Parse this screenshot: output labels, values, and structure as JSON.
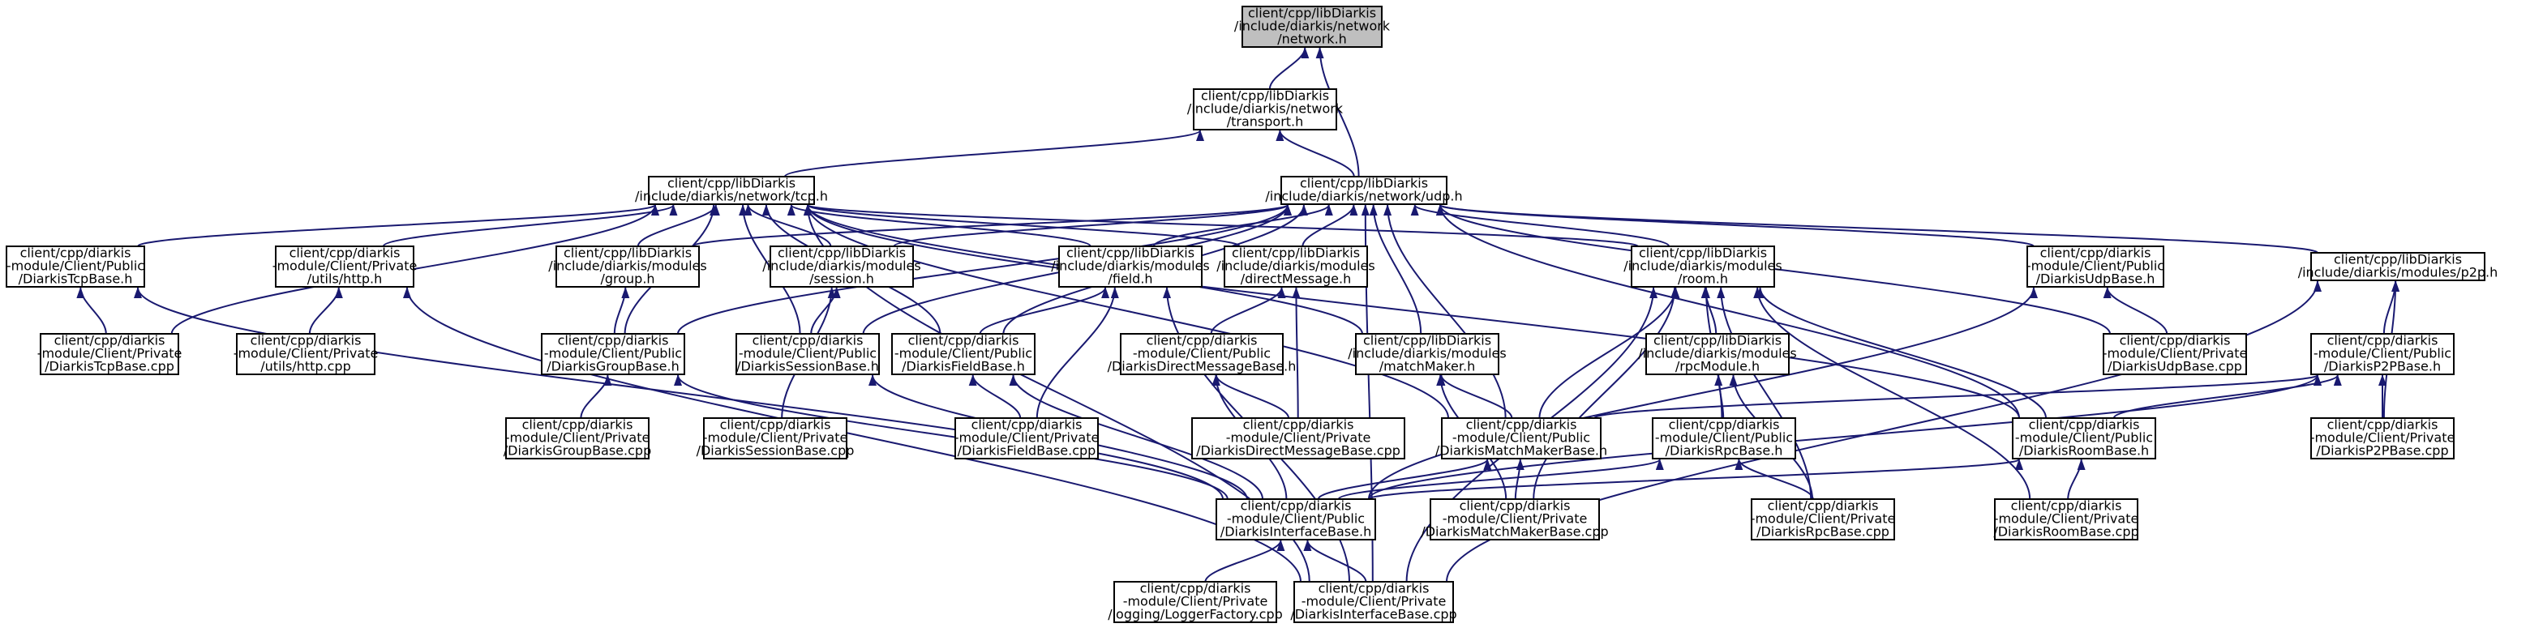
{
  "colors": {
    "edge": "#191970",
    "node_fill": "#ffffff",
    "root_fill": "#bfbfbf",
    "node_stroke": "#000000"
  },
  "nodes": [
    {
      "id": "network",
      "lines": [
        "client/cpp/libDiarkis",
        "/include/diarkis/network",
        "/network.h"
      ],
      "root": true
    },
    {
      "id": "transport",
      "lines": [
        "client/cpp/libDiarkis",
        "/include/diarkis/network",
        "/transport.h"
      ]
    },
    {
      "id": "tcp",
      "lines": [
        "client/cpp/libDiarkis",
        "/include/diarkis/network/tcp.h"
      ]
    },
    {
      "id": "udp",
      "lines": [
        "client/cpp/libDiarkis",
        "/include/diarkis/network/udp.h"
      ]
    },
    {
      "id": "tcpbase_h",
      "lines": [
        "client/cpp/diarkis",
        "-module/Client/Public",
        "/DiarkisTcpBase.h"
      ]
    },
    {
      "id": "http_h",
      "lines": [
        "client/cpp/diarkis",
        "-module/Client/Private",
        "/utils/http.h"
      ]
    },
    {
      "id": "group_h",
      "lines": [
        "client/cpp/libDiarkis",
        "/include/diarkis/modules",
        "/group.h"
      ]
    },
    {
      "id": "session_h",
      "lines": [
        "client/cpp/libDiarkis",
        "/include/diarkis/modules",
        "/session.h"
      ]
    },
    {
      "id": "field_h",
      "lines": [
        "client/cpp/libDiarkis",
        "/include/diarkis/modules",
        "/field.h"
      ]
    },
    {
      "id": "directmsg_h",
      "lines": [
        "client/cpp/libDiarkis",
        "/include/diarkis/modules",
        "/directMessage.h"
      ]
    },
    {
      "id": "room_h",
      "lines": [
        "client/cpp/libDiarkis",
        "/include/diarkis/modules",
        "/room.h"
      ]
    },
    {
      "id": "udpbase_h",
      "lines": [
        "client/cpp/diarkis",
        "-module/Client/Public",
        "/DiarkisUdpBase.h"
      ]
    },
    {
      "id": "p2p_h",
      "lines": [
        "client/cpp/libDiarkis",
        "/include/diarkis/modules/p2p.h"
      ]
    },
    {
      "id": "tcpbase_cpp",
      "lines": [
        "client/cpp/diarkis",
        "-module/Client/Private",
        "/DiarkisTcpBase.cpp"
      ]
    },
    {
      "id": "http_cpp",
      "lines": [
        "client/cpp/diarkis",
        "-module/Client/Private",
        "/utils/http.cpp"
      ]
    },
    {
      "id": "groupbase_h",
      "lines": [
        "client/cpp/diarkis",
        "-module/Client/Public",
        "/DiarkisGroupBase.h"
      ]
    },
    {
      "id": "sessionbase_h",
      "lines": [
        "client/cpp/diarkis",
        "-module/Client/Public",
        "/DiarkisSessionBase.h"
      ]
    },
    {
      "id": "fieldbase_h",
      "lines": [
        "client/cpp/diarkis",
        "-module/Client/Public",
        "/DiarkisFieldBase.h"
      ]
    },
    {
      "id": "directmsgbase_h",
      "lines": [
        "client/cpp/diarkis",
        "-module/Client/Public",
        "/DiarkisDirectMessageBase.h"
      ]
    },
    {
      "id": "matchmaker_h",
      "lines": [
        "client/cpp/libDiarkis",
        "/include/diarkis/modules",
        "/matchMaker.h"
      ]
    },
    {
      "id": "rpcmodule_h",
      "lines": [
        "client/cpp/libDiarkis",
        "/include/diarkis/modules",
        "/rpcModule.h"
      ]
    },
    {
      "id": "udpbase_cpp",
      "lines": [
        "client/cpp/diarkis",
        "-module/Client/Private",
        "/DiarkisUdpBase.cpp"
      ]
    },
    {
      "id": "p2pbase_h",
      "lines": [
        "client/cpp/diarkis",
        "-module/Client/Public",
        "/DiarkisP2PBase.h"
      ]
    },
    {
      "id": "groupbase_cpp",
      "lines": [
        "client/cpp/diarkis",
        "-module/Client/Private",
        "/DiarkisGroupBase.cpp"
      ]
    },
    {
      "id": "sessionbase_cpp",
      "lines": [
        "client/cpp/diarkis",
        "-module/Client/Private",
        "/DiarkisSessionBase.cpp"
      ]
    },
    {
      "id": "fieldbase_cpp",
      "lines": [
        "client/cpp/diarkis",
        "-module/Client/Private",
        "/DiarkisFieldBase.cpp"
      ]
    },
    {
      "id": "directmsgbase_cpp",
      "lines": [
        "client/cpp/diarkis",
        "-module/Client/Private",
        "/DiarkisDirectMessageBase.cpp"
      ]
    },
    {
      "id": "matchmakerbase_h",
      "lines": [
        "client/cpp/diarkis",
        "-module/Client/Public",
        "/DiarkisMatchMakerBase.h"
      ]
    },
    {
      "id": "rpcbase_h",
      "lines": [
        "client/cpp/diarkis",
        "-module/Client/Public",
        "/DiarkisRpcBase.h"
      ]
    },
    {
      "id": "roombase_h",
      "lines": [
        "client/cpp/diarkis",
        "-module/Client/Public",
        "/DiarkisRoomBase.h"
      ]
    },
    {
      "id": "p2pbase_cpp",
      "lines": [
        "client/cpp/diarkis",
        "-module/Client/Private",
        "/DiarkisP2PBase.cpp"
      ]
    },
    {
      "id": "interfacebase_h",
      "lines": [
        "client/cpp/diarkis",
        "-module/Client/Public",
        "/DiarkisInterfaceBase.h"
      ]
    },
    {
      "id": "matchmakerbase_cpp",
      "lines": [
        "client/cpp/diarkis",
        "-module/Client/Private",
        "/DiarkisMatchMakerBase.cpp"
      ]
    },
    {
      "id": "rpcbase_cpp",
      "lines": [
        "client/cpp/diarkis",
        "-module/Client/Private",
        "/DiarkisRpcBase.cpp"
      ]
    },
    {
      "id": "roombase_cpp",
      "lines": [
        "client/cpp/diarkis",
        "-module/Client/Private",
        "/DiarkisRoomBase.cpp"
      ]
    },
    {
      "id": "loggerfactory_cpp",
      "lines": [
        "client/cpp/diarkis",
        "-module/Client/Private",
        "/logging/LoggerFactory.cpp"
      ]
    },
    {
      "id": "interfacebase_cpp",
      "lines": [
        "client/cpp/diarkis",
        "-module/Client/Private",
        "/DiarkisInterfaceBase.cpp"
      ]
    }
  ],
  "edges": [
    [
      "transport",
      "network"
    ],
    [
      "udp",
      "network"
    ],
    [
      "tcp",
      "transport"
    ],
    [
      "udp",
      "transport"
    ],
    [
      "tcpbase_h",
      "tcp"
    ],
    [
      "tcpbase_cpp",
      "tcp"
    ],
    [
      "http_h",
      "tcp"
    ],
    [
      "group_h",
      "tcp"
    ],
    [
      "groupbase_h",
      "tcp"
    ],
    [
      "session_h",
      "tcp"
    ],
    [
      "sessionbase_h",
      "tcp"
    ],
    [
      "field_h",
      "tcp"
    ],
    [
      "fieldbase_h",
      "tcp"
    ],
    [
      "directmsg_h",
      "tcp"
    ],
    [
      "matchmaker_h",
      "tcp"
    ],
    [
      "room_h",
      "tcp"
    ],
    [
      "roombase_h",
      "tcp"
    ],
    [
      "matchmakerbase_h",
      "tcp"
    ],
    [
      "interfacebase_cpp",
      "tcp"
    ],
    [
      "group_h",
      "udp"
    ],
    [
      "groupbase_h",
      "udp"
    ],
    [
      "session_h",
      "udp"
    ],
    [
      "sessionbase_h",
      "udp"
    ],
    [
      "field_h",
      "udp"
    ],
    [
      "fieldbase_h",
      "udp"
    ],
    [
      "directmsg_h",
      "udp"
    ],
    [
      "matchmaker_h",
      "udp"
    ],
    [
      "matchmakerbase_h",
      "udp"
    ],
    [
      "room_h",
      "udp"
    ],
    [
      "udpbase_h",
      "udp"
    ],
    [
      "udpbase_cpp",
      "udp"
    ],
    [
      "roombase_h",
      "udp"
    ],
    [
      "p2p_h",
      "udp"
    ],
    [
      "interfacebase_cpp",
      "udp"
    ],
    [
      "tcpbase_cpp",
      "tcpbase_h"
    ],
    [
      "interfacebase_h",
      "tcpbase_h"
    ],
    [
      "http_cpp",
      "http_h"
    ],
    [
      "interfacebase_cpp",
      "http_h"
    ],
    [
      "groupbase_h",
      "group_h"
    ],
    [
      "sessionbase_h",
      "session_h"
    ],
    [
      "sessionbase_cpp",
      "session_h"
    ],
    [
      "fieldbase_h",
      "field_h"
    ],
    [
      "fieldbase_cpp",
      "field_h"
    ],
    [
      "interfacebase_cpp",
      "field_h"
    ],
    [
      "directmsgbase_h",
      "directmsg_h"
    ],
    [
      "directmsgbase_cpp",
      "directmsg_h"
    ],
    [
      "matchmakerbase_h",
      "room_h"
    ],
    [
      "rpcmodule_h",
      "room_h"
    ],
    [
      "rpcbase_h",
      "room_h"
    ],
    [
      "rpcbase_cpp",
      "room_h"
    ],
    [
      "roombase_h",
      "room_h"
    ],
    [
      "roombase_cpp",
      "room_h"
    ],
    [
      "matchmakerbase_cpp",
      "room_h"
    ],
    [
      "interfacebase_cpp",
      "room_h"
    ],
    [
      "udpbase_cpp",
      "udpbase_h"
    ],
    [
      "interfacebase_h",
      "udpbase_h"
    ],
    [
      "p2pbase_h",
      "p2p_h"
    ],
    [
      "p2pbase_cpp",
      "p2p_h"
    ],
    [
      "interfacebase_cpp",
      "p2p_h"
    ],
    [
      "groupbase_cpp",
      "groupbase_h"
    ],
    [
      "interfacebase_h",
      "groupbase_h"
    ],
    [
      "interfacebase_h",
      "sessionbase_h"
    ],
    [
      "fieldbase_cpp",
      "fieldbase_h"
    ],
    [
      "interfacebase_h",
      "fieldbase_h"
    ],
    [
      "directmsgbase_cpp",
      "directmsgbase_h"
    ],
    [
      "interfacebase_h",
      "directmsgbase_h"
    ],
    [
      "matchmakerbase_h",
      "matchmaker_h"
    ],
    [
      "matchmakerbase_cpp",
      "matchmaker_h"
    ],
    [
      "rpcbase_h",
      "rpcmodule_h"
    ],
    [
      "rpcbase_cpp",
      "rpcmodule_h"
    ],
    [
      "matchmakerbase_h",
      "p2pbase_h"
    ],
    [
      "roombase_h",
      "p2pbase_h"
    ],
    [
      "p2pbase_cpp",
      "p2pbase_h"
    ],
    [
      "interfacebase_h",
      "p2pbase_h"
    ],
    [
      "interfacebase_h",
      "matchmakerbase_h"
    ],
    [
      "matchmakerbase_cpp",
      "matchmakerbase_h"
    ],
    [
      "interfacebase_h",
      "rpcbase_h"
    ],
    [
      "rpcbase_cpp",
      "rpcbase_h"
    ],
    [
      "interfacebase_h",
      "roombase_h"
    ],
    [
      "roombase_cpp",
      "roombase_h"
    ],
    [
      "loggerfactory_cpp",
      "interfacebase_h"
    ],
    [
      "interfacebase_cpp",
      "interfacebase_h"
    ]
  ]
}
